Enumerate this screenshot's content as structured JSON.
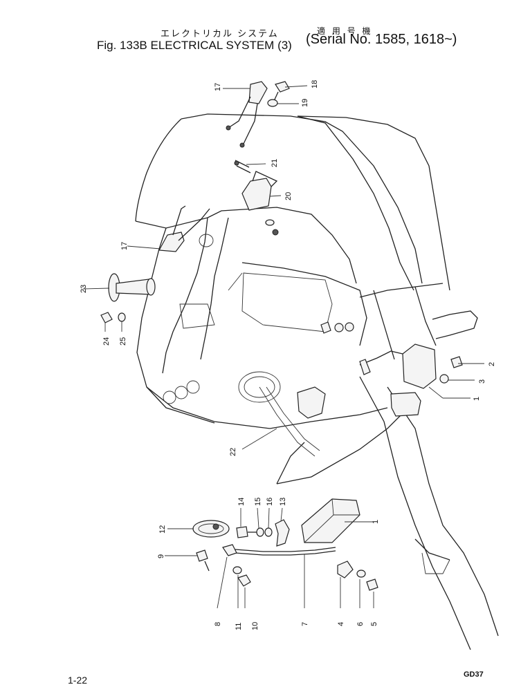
{
  "header": {
    "jp_title": "エレクトリカル システム",
    "jp_serial": "適 用 号 機",
    "fig_title": "Fig. 133B  ELECTRICAL  SYSTEM  (3)",
    "serial": "(Serial No. 1585, 1618~)"
  },
  "footer": {
    "page_number": "1-22",
    "code": "GD37"
  },
  "parts": [
    {
      "id": "p1a",
      "label": "1"
    },
    {
      "id": "p1b",
      "label": "1"
    },
    {
      "id": "p2",
      "label": "2"
    },
    {
      "id": "p3",
      "label": "3"
    },
    {
      "id": "p4",
      "label": "4"
    },
    {
      "id": "p5",
      "label": "5"
    },
    {
      "id": "p6",
      "label": "6"
    },
    {
      "id": "p7",
      "label": "7"
    },
    {
      "id": "p8",
      "label": "8"
    },
    {
      "id": "p9",
      "label": "9"
    },
    {
      "id": "p10",
      "label": "10"
    },
    {
      "id": "p11",
      "label": "11"
    },
    {
      "id": "p12",
      "label": "12"
    },
    {
      "id": "p13",
      "label": "13"
    },
    {
      "id": "p14",
      "label": "14"
    },
    {
      "id": "p15",
      "label": "15"
    },
    {
      "id": "p16",
      "label": "16"
    },
    {
      "id": "p17a",
      "label": "17"
    },
    {
      "id": "p17b",
      "label": "17"
    },
    {
      "id": "p18",
      "label": "18"
    },
    {
      "id": "p19",
      "label": "19"
    },
    {
      "id": "p20",
      "label": "20"
    },
    {
      "id": "p21",
      "label": "21"
    },
    {
      "id": "p22",
      "label": "22"
    },
    {
      "id": "p23",
      "label": "23"
    },
    {
      "id": "p24",
      "label": "24"
    },
    {
      "id": "p25",
      "label": "25"
    }
  ]
}
